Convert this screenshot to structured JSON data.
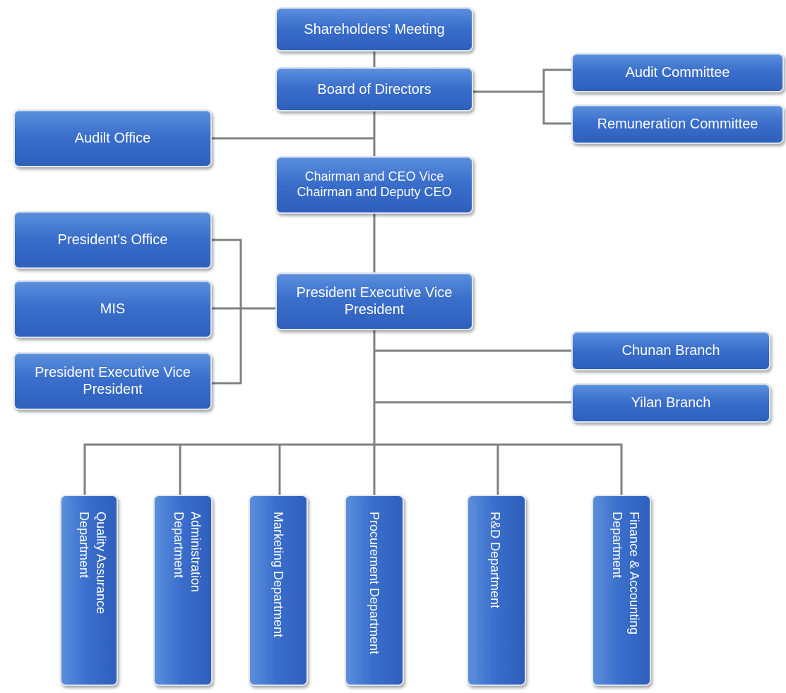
{
  "org_chart": {
    "shareholders": "Shareholders' Meeting",
    "board": "Board of Directors",
    "audit_committee": "Audit Committee",
    "remuneration_committee": "Remuneration Committee",
    "audit_office": "Audilt Office",
    "chairman": {
      "line1": "Chairman and CEO Vice",
      "line2": "Chairman and Deputy CEO"
    },
    "president": {
      "line1": "President Executive Vice",
      "line2": "President"
    },
    "presidents_office": "President's Office",
    "mis": "MIS",
    "evp_left": {
      "line1": "President Executive Vice",
      "line2": "President"
    },
    "chunan_branch": "Chunan Branch",
    "yilan_branch": "Yilan Branch",
    "departments": [
      {
        "line1": "Quality Assurance",
        "line2": "Department"
      },
      {
        "line1": "Administration",
        "line2": "Department"
      },
      {
        "line1": "Marketing Department",
        "line2": ""
      },
      {
        "line1": "Procurement Department",
        "line2": ""
      },
      {
        "line1": "R&D Department",
        "line2": ""
      },
      {
        "line1": "Finance & Accounting",
        "line2": "Department"
      }
    ]
  },
  "colors": {
    "box_fill": "#3b6fcc",
    "box_border": "#dfe6f0",
    "connector": "#808080"
  }
}
